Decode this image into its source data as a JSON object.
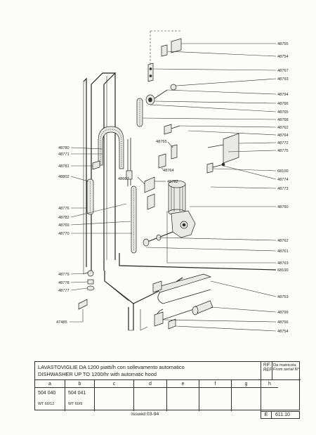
{
  "labels_right": [
    "48755",
    "48754",
    "48767",
    "48793",
    "48794",
    "48766",
    "48765",
    "48768",
    "48762",
    "48764",
    "48772",
    "48775",
    "68100",
    "48774",
    "48773",
    "48760",
    "48762",
    "48761",
    "48763",
    "68100",
    "48753",
    "48799",
    "48756",
    "48754"
  ],
  "labels_left": [
    "48780",
    "48771",
    "48781",
    "48802",
    "48776",
    "48782",
    "48769",
    "48770",
    "48779",
    "48778",
    "48777",
    "47485"
  ],
  "labels_center": [
    "48765",
    "48764",
    "48667",
    "48782"
  ],
  "title_block": {
    "title_it": "LAVASTOVIGLIE DA 1200 piatti/h con sollevamento automatico",
    "title_en": "DISHWASHER UP TO 1200/hr with automatic hood",
    "ref_label": "RIF. REF.",
    "ref_text": "Da matricola From serial N°",
    "columns": [
      "a",
      "b",
      "c",
      "d",
      "e",
      "f",
      "g",
      "h"
    ],
    "codes": [
      "504 040",
      "504 041",
      "",
      "",
      "",
      "",
      "",
      ""
    ],
    "subcodes": [
      "WT 60/12",
      "WT 60/9",
      "",
      "",
      "",
      "",
      "",
      ""
    ]
  },
  "footer": {
    "issued": "Issued  03-94",
    "page_letter": "E",
    "page_number": "611.10"
  }
}
